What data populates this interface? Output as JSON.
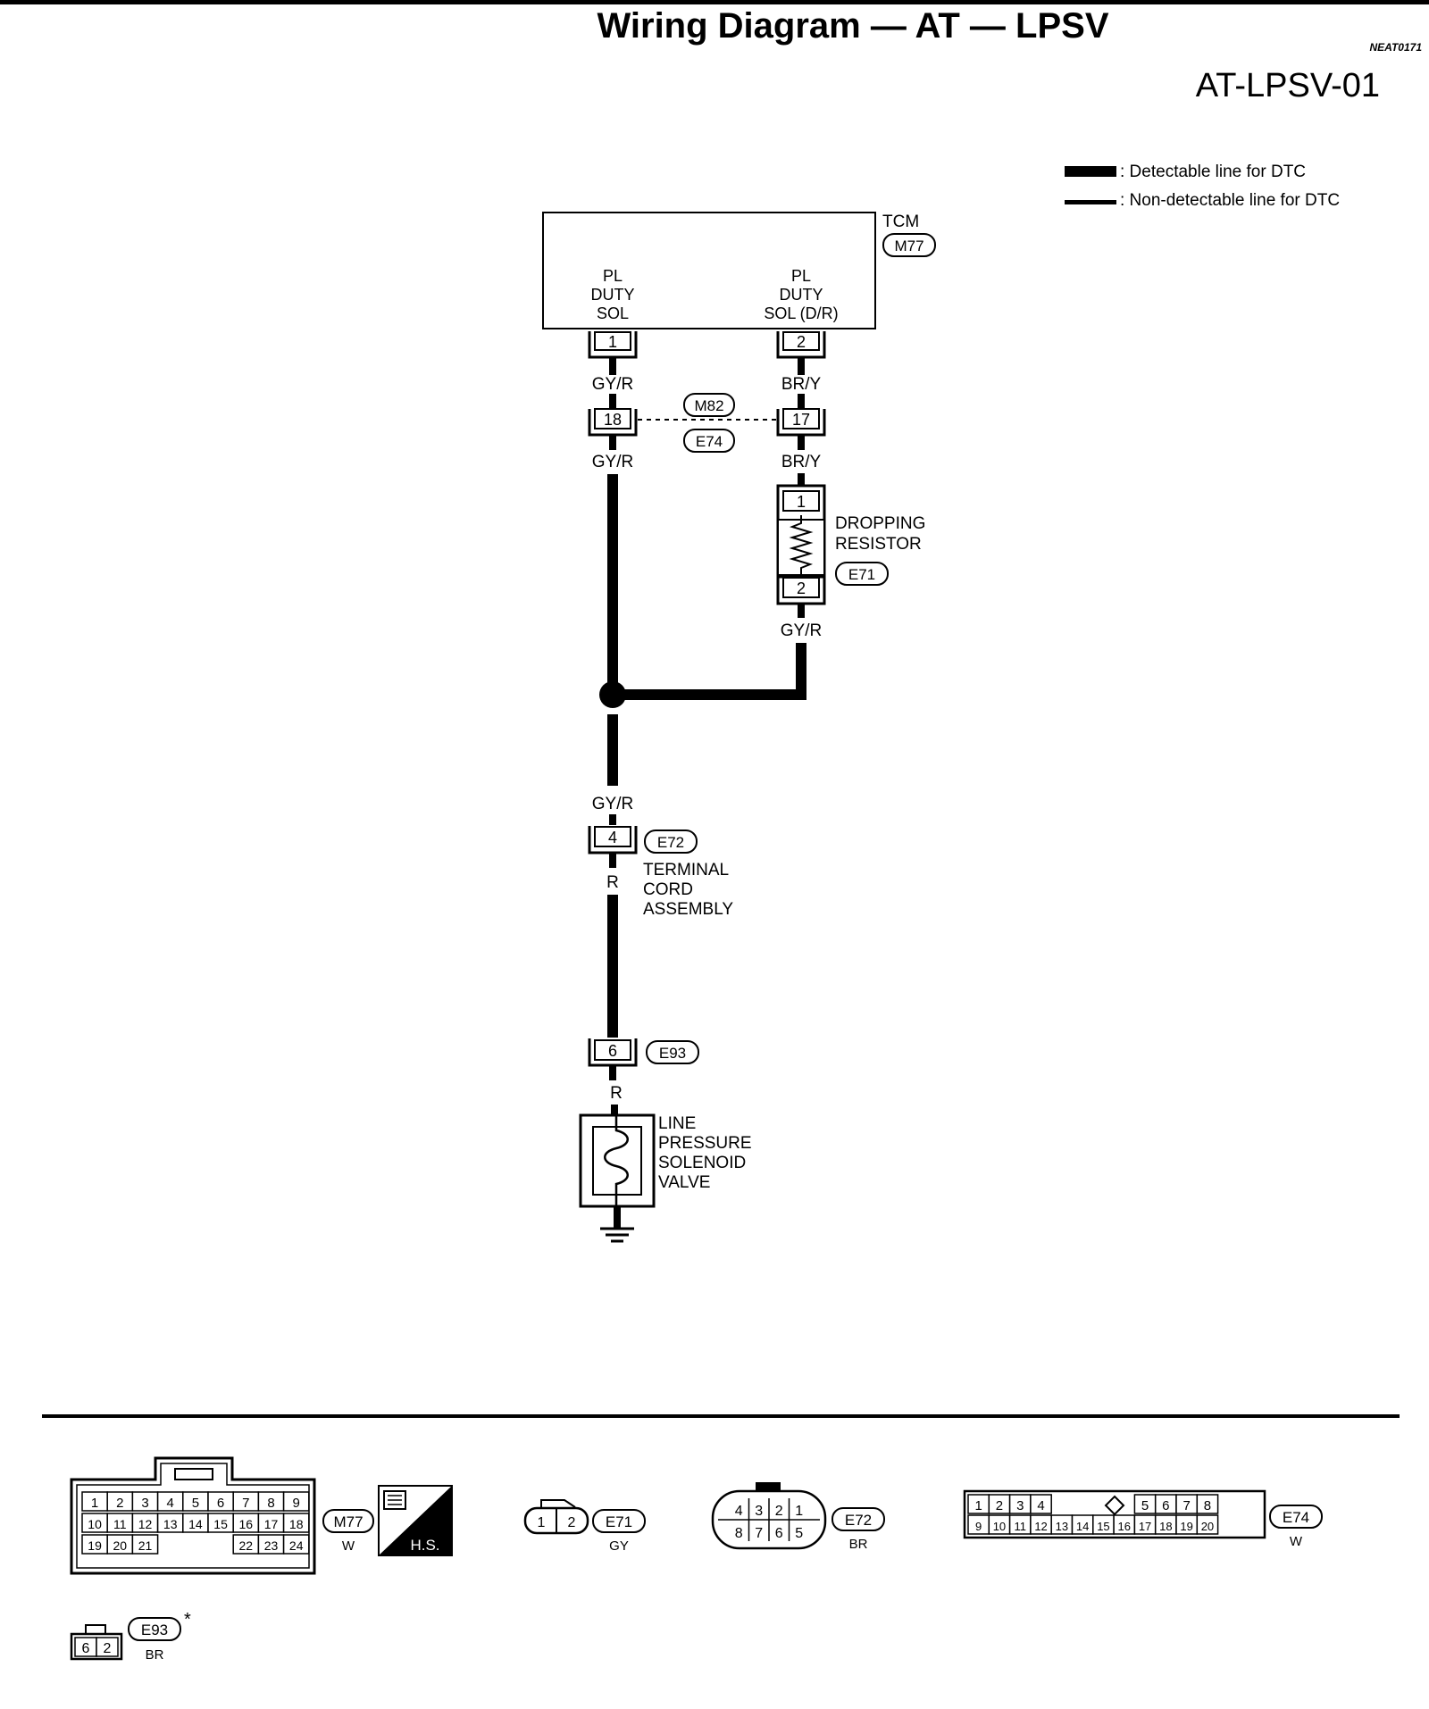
{
  "header": {
    "title": "Wiring Diagram — AT — LPSV",
    "code": "NEAT0171",
    "diagram_id": "AT-LPSV-01"
  },
  "legend": {
    "detectable": ": Detectable line for DTC",
    "non_detectable": ": Non-detectable line for DTC"
  },
  "tcm": {
    "name": "TCM",
    "connector": "M77",
    "terminal_left": {
      "label1": "PL",
      "label2": "DUTY",
      "label3": "SOL",
      "pin": "1"
    },
    "terminal_right": {
      "label1": "PL",
      "label2": "DUTY",
      "label3": "SOL (D/R)",
      "pin": "2"
    }
  },
  "wires": {
    "left_upper": "GY/R",
    "left_lower": "GY/R",
    "right_upper": "BR/Y",
    "right_lower": "BR/Y",
    "resistor_out": "GY/R",
    "junction_out": "GY/R",
    "tca_out": "R",
    "e93_out": "R"
  },
  "joint_connector": {
    "pin_left": "18",
    "pin_right": "17",
    "conn_top": "M82",
    "conn_bottom": "E74"
  },
  "dropping_resistor": {
    "line1": "DROPPING",
    "line2": "RESISTOR",
    "connector": "E71",
    "pin_top": "1",
    "pin_bottom": "2"
  },
  "terminal_cord": {
    "pin": "4",
    "connector": "E72",
    "line1": "TERMINAL",
    "line2": "CORD",
    "line3": "ASSEMBLY"
  },
  "e93_connector": {
    "pin": "6",
    "connector": "E93"
  },
  "solenoid": {
    "line1": "LINE",
    "line2": "PRESSURE",
    "line3": "SOLENOID",
    "line4": "VALVE"
  },
  "connector_views": {
    "m77": {
      "name": "M77",
      "color": "W",
      "hs": "H.S.",
      "row1": [
        "1",
        "2",
        "3",
        "4",
        "5",
        "6",
        "7",
        "8",
        "9"
      ],
      "row2": [
        "10",
        "11",
        "12",
        "13",
        "14",
        "15",
        "16",
        "17",
        "18"
      ],
      "row3": [
        "19",
        "20",
        "21",
        "22",
        "23",
        "24"
      ]
    },
    "e71": {
      "name": "E71",
      "color": "GY",
      "pins": [
        "1",
        "2"
      ]
    },
    "e72": {
      "name": "E72",
      "color": "BR",
      "row1": [
        "4",
        "3",
        "2",
        "1"
      ],
      "row2": [
        "8",
        "7",
        "6",
        "5"
      ]
    },
    "e74": {
      "name": "E74",
      "color": "W",
      "row1": [
        "1",
        "2",
        "3",
        "4",
        "5",
        "6",
        "7",
        "8"
      ],
      "row2": [
        "9",
        "10",
        "11",
        "12",
        "13",
        "14",
        "15",
        "16",
        "17",
        "18",
        "19",
        "20"
      ]
    },
    "e93": {
      "name": "E93",
      "color": "BR",
      "mark": "*",
      "pins": [
        "6",
        "2"
      ]
    }
  }
}
